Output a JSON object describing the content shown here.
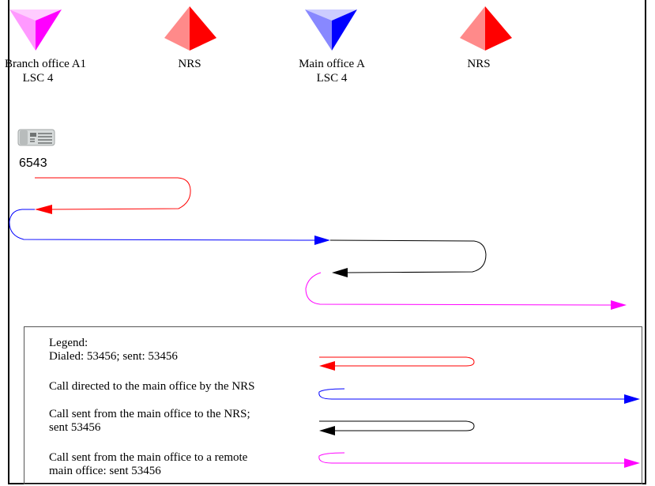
{
  "nodes": [
    {
      "id": "branch",
      "name": "Branch office A1",
      "sub": "LSC 4",
      "color_light": "#ffaaff",
      "color_dark": "#ff00ff",
      "icon": "pyramid-down-icon"
    },
    {
      "id": "nrs1",
      "name": "NRS",
      "sub": "",
      "color_light": "#ff8a8a",
      "color_dark": "#ff0000",
      "icon": "pyramid-up-icon"
    },
    {
      "id": "main",
      "name": "Main office A",
      "sub": "LSC 4",
      "color_light": "#8888ff",
      "color_dark": "#0000ff",
      "icon": "pyramid-down-icon"
    },
    {
      "id": "nrs2",
      "name": "NRS",
      "sub": "",
      "color_light": "#ff8a8a",
      "color_dark": "#ff0000",
      "icon": "pyramid-up-icon"
    }
  ],
  "phone": {
    "number": "6543",
    "icon": "telephone-icon"
  },
  "flow_colors": {
    "red": "#ff0000",
    "blue": "#0000ff",
    "black": "#000000",
    "magenta": "#ff00ff"
  },
  "legend": {
    "title": "Legend:",
    "items": [
      {
        "text": "Dialed: 53456; sent: 53456",
        "color": "#ff0000"
      },
      {
        "text": "Call directed to the main office by the NRS",
        "color": "#0000ff"
      },
      {
        "text": "Call sent from the main office to the NRS;\nsent 53456",
        "color": "#000000"
      },
      {
        "text": "Call sent from the main office to a remote\nmain office: sent 53456",
        "color": "#ff00ff"
      }
    ]
  }
}
